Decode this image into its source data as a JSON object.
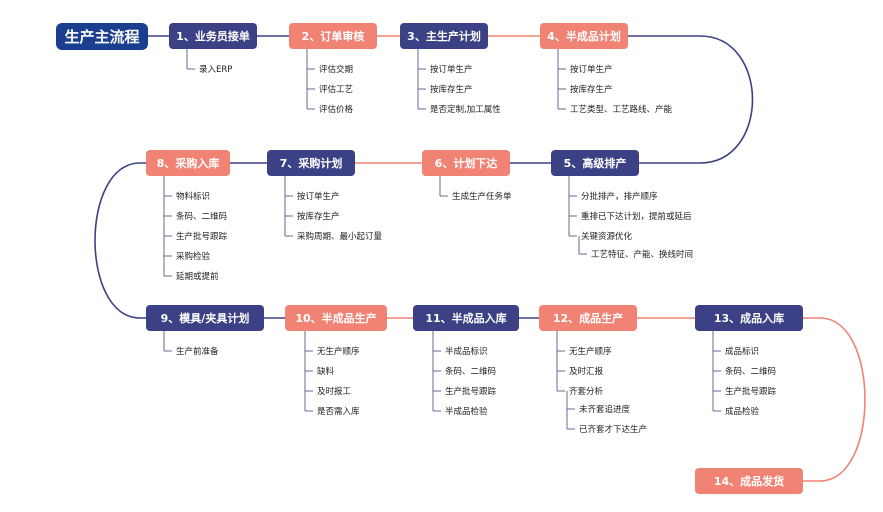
{
  "title": "生产主流程",
  "colors": {
    "navy": "#3b4184",
    "salmon": "#f08374",
    "title_bg": "#1b3f8f",
    "tree_line": "#555a8a"
  },
  "steps": [
    {
      "id": "s1",
      "label": "1、业务员接单",
      "items": [
        "录入ERP"
      ]
    },
    {
      "id": "s2",
      "label": "2、订单审核",
      "items": [
        "评估交期",
        "评估工艺",
        "评估价格"
      ]
    },
    {
      "id": "s3",
      "label": "3、主生产计划",
      "items": [
        "按订单生产",
        "按库存生产",
        "是否定制,加工属性"
      ]
    },
    {
      "id": "s4",
      "label": "4、半成品计划",
      "items": [
        "按订单生产",
        "按库存生产",
        "工艺类型、工艺路线、产能"
      ]
    },
    {
      "id": "s5",
      "label": "5、高级排产",
      "items": [
        "分批排产，排产顺序",
        "重排已下达计划，提前或延后",
        "关键资源优化",
        "工艺特征、产能、换线时间"
      ]
    },
    {
      "id": "s6",
      "label": "6、计划下达",
      "items": [
        "生成生产任务单"
      ]
    },
    {
      "id": "s7",
      "label": "7、采购计划",
      "items": [
        "按订单生产",
        "按库存生产",
        "采购周期、最小起订量"
      ]
    },
    {
      "id": "s8",
      "label": "8、采购入库",
      "items": [
        "物料标识",
        "条码、二维码",
        "生产批号跟踪",
        "采购检验",
        "延期或提前"
      ]
    },
    {
      "id": "s9",
      "label": "9、模具/夹具计划",
      "items": [
        "生产前准备"
      ]
    },
    {
      "id": "s10",
      "label": "10、半成品生产",
      "items": [
        "无生产顺序",
        "缺料",
        "及时报工",
        "是否需入库"
      ]
    },
    {
      "id": "s11",
      "label": "11、半成品入库",
      "items": [
        "半成品标识",
        "条码、二维码",
        "生产批号跟踪",
        "半成品检验"
      ]
    },
    {
      "id": "s12",
      "label": "12、成品生产",
      "items": [
        "无生产顺序",
        "及时汇报",
        "齐套分析",
        "未齐套追进度",
        "已齐套才下达生产"
      ]
    },
    {
      "id": "s13",
      "label": "13、成品入库",
      "items": [
        "成品标识",
        "条码、二维码",
        "生产批号跟踪",
        "成品检验"
      ]
    },
    {
      "id": "s14",
      "label": "14、成品发货",
      "items": []
    }
  ]
}
